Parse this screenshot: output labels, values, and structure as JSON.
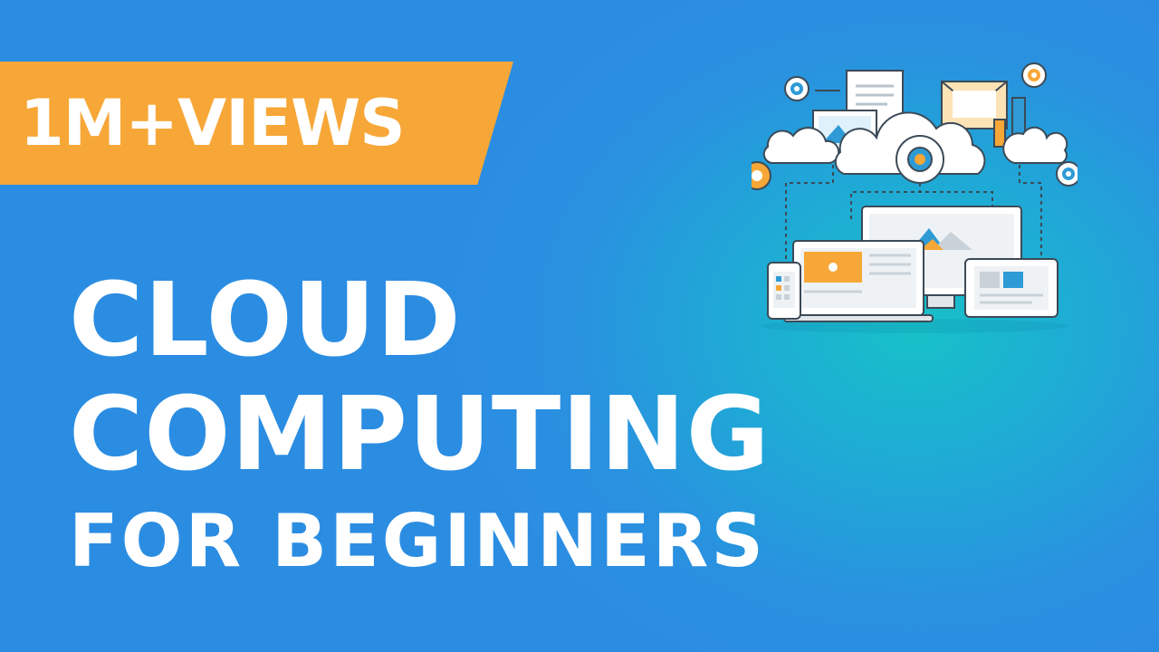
{
  "badge": {
    "text": "1M+VIEWS"
  },
  "title": {
    "line1": "CLOUD",
    "line2": "COMPUTING",
    "line3": "FOR BEGINNERS"
  },
  "colors": {
    "background": "#2b8de2",
    "glow": "#17c1c8",
    "badge": "#f7a737",
    "text": "#ffffff"
  },
  "icons": [
    "cloud-icon",
    "gear-icon",
    "document-icon",
    "envelope-icon",
    "bar-chart-icon",
    "coin-icon",
    "laptop-icon",
    "monitor-icon",
    "tablet-icon",
    "phone-icon"
  ]
}
